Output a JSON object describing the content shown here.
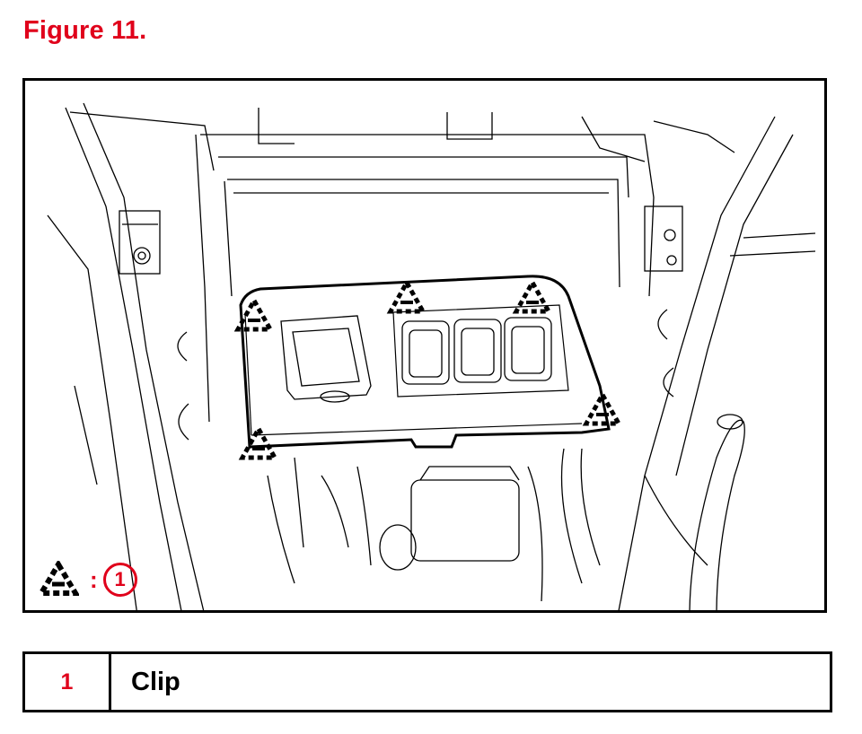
{
  "figure": {
    "title": "Figure 11.",
    "legend": {
      "symbol_icon": "dashed-triangle-icon",
      "separator": ":",
      "callout": "1"
    }
  },
  "parts_table": {
    "rows": [
      {
        "number": "1",
        "name": "Clip"
      }
    ]
  },
  "colors": {
    "accent": "#e0001b",
    "line": "#000000"
  }
}
